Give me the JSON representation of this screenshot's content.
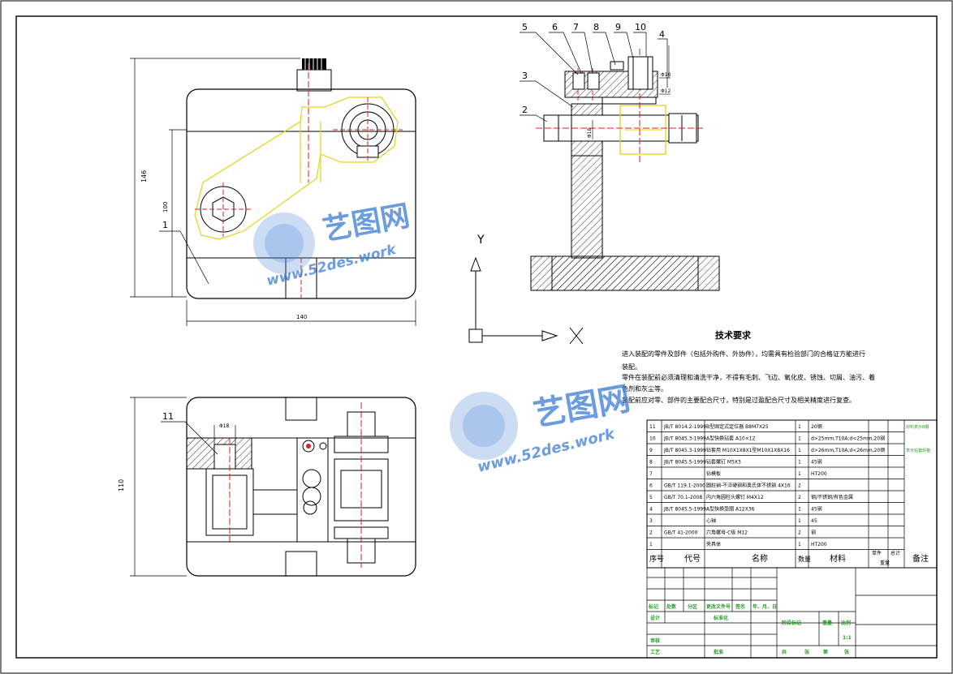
{
  "title_block": {
    "tech_req_title": "技术要求",
    "tech_req_lines": [
      "进入装配的零件及部件（包括外购件、外协件），均需具有检验部门的合格证方能进行",
      "装配。",
      "零件在装配前必须清理和清洗干净，不得有毛刺、飞边、氧化皮、锈蚀、切屑、油污、着",
      "色剂和灰尘等。",
      "装配前应对零、部件的主要配合尺寸，特别是过盈配合尺寸及相关精度进行复查。"
    ],
    "bom_rows": [
      {
        "no": "11",
        "code": "JB/T 8014.2-1999",
        "name": "B型固定式定位器 B8M7X25",
        "qty": "1",
        "mat": "20钢",
        "note": "材料表示B钢"
      },
      {
        "no": "10",
        "code": "JB/T 8045.3-1999",
        "name": "A型快换钻套 A10×12",
        "qty": "1",
        "mat": "d>25mm,T10A;d<25mm,20钢",
        "note": ""
      },
      {
        "no": "9",
        "code": "JB/T 8045.3-1999",
        "name": "钻套用 M10X1X8X1型M10X1X8X16",
        "qty": "1",
        "mat": "d>26mm,T10A;d<26mm,20钢",
        "note": "表示钻套规格"
      },
      {
        "no": "8",
        "code": "JB/T 8045.5-1999",
        "name": "钻套螺钉 M5X3",
        "qty": "1",
        "mat": "45钢",
        "note": ""
      },
      {
        "no": "7",
        "code": "",
        "name": "钻模板",
        "qty": "1",
        "mat": "HT200",
        "note": ""
      },
      {
        "no": "6",
        "code": "GB/T 119.1-2000",
        "name": "圆柱销-不淬硬钢和奥氏体不锈钢 4X16",
        "qty": "2",
        "mat": "",
        "note": ""
      },
      {
        "no": "5",
        "code": "GB/T 70.1-2008",
        "name": "内六角圆柱头螺钉 M4X12",
        "qty": "2",
        "mat": "钢/不锈钢/有色金属",
        "note": ""
      },
      {
        "no": "4",
        "code": "JB/T 8045.5-1999",
        "name": "A型快换垫圈 A12X36",
        "qty": "1",
        "mat": "45钢",
        "note": ""
      },
      {
        "no": "3",
        "code": "",
        "name": "心轴",
        "qty": "1",
        "mat": "45",
        "note": ""
      },
      {
        "no": "2",
        "code": "GB/T 41-2000",
        "name": "六角螺母-C级 M12",
        "qty": "2",
        "mat": "钢",
        "note": ""
      },
      {
        "no": "1",
        "code": "",
        "name": "夹具体",
        "qty": "1",
        "mat": "HT200",
        "note": ""
      }
    ],
    "header": {
      "no": "序号",
      "code": "代号",
      "name": "名称",
      "qty": "数量",
      "mat": "材料",
      "unit": "单件",
      "total": "总计",
      "weight": "重量",
      "note": "备注"
    },
    "sign_labels": [
      "标记",
      "处数",
      "分区",
      "更改文件号",
      "签名",
      "年、月、日"
    ],
    "row_labels": {
      "design": "设计",
      "standard": "标准化",
      "stage": "阶段标记",
      "weight": "重量",
      "scale": "比例",
      "review": "审核",
      "process": "工艺",
      "approve": "批准"
    },
    "scale_value": "1:1",
    "sheet_text": [
      "共",
      "张",
      "第",
      "张"
    ]
  },
  "callouts": {
    "top": [
      "5",
      "6",
      "7",
      "8",
      "9",
      "10",
      "4"
    ],
    "left": [
      "3",
      "2"
    ],
    "front": "1",
    "bottom": "11"
  },
  "dims": {
    "height_146": "146",
    "height_100": "100",
    "width_140": "140",
    "height_110": "110",
    "d10": "Φ10",
    "d12": "Φ12",
    "d18": "Φ18"
  },
  "axes": {
    "x": "X",
    "y": "Y"
  },
  "watermark": {
    "text_cn": "艺图网",
    "text_en": "www.52des.work"
  },
  "colors": {
    "line": "#000000",
    "part_yellow": "#e6d21a",
    "center_red": "#d62222",
    "label_green": "#2a9d2a",
    "watermark_blue": "#3a7bd5"
  }
}
